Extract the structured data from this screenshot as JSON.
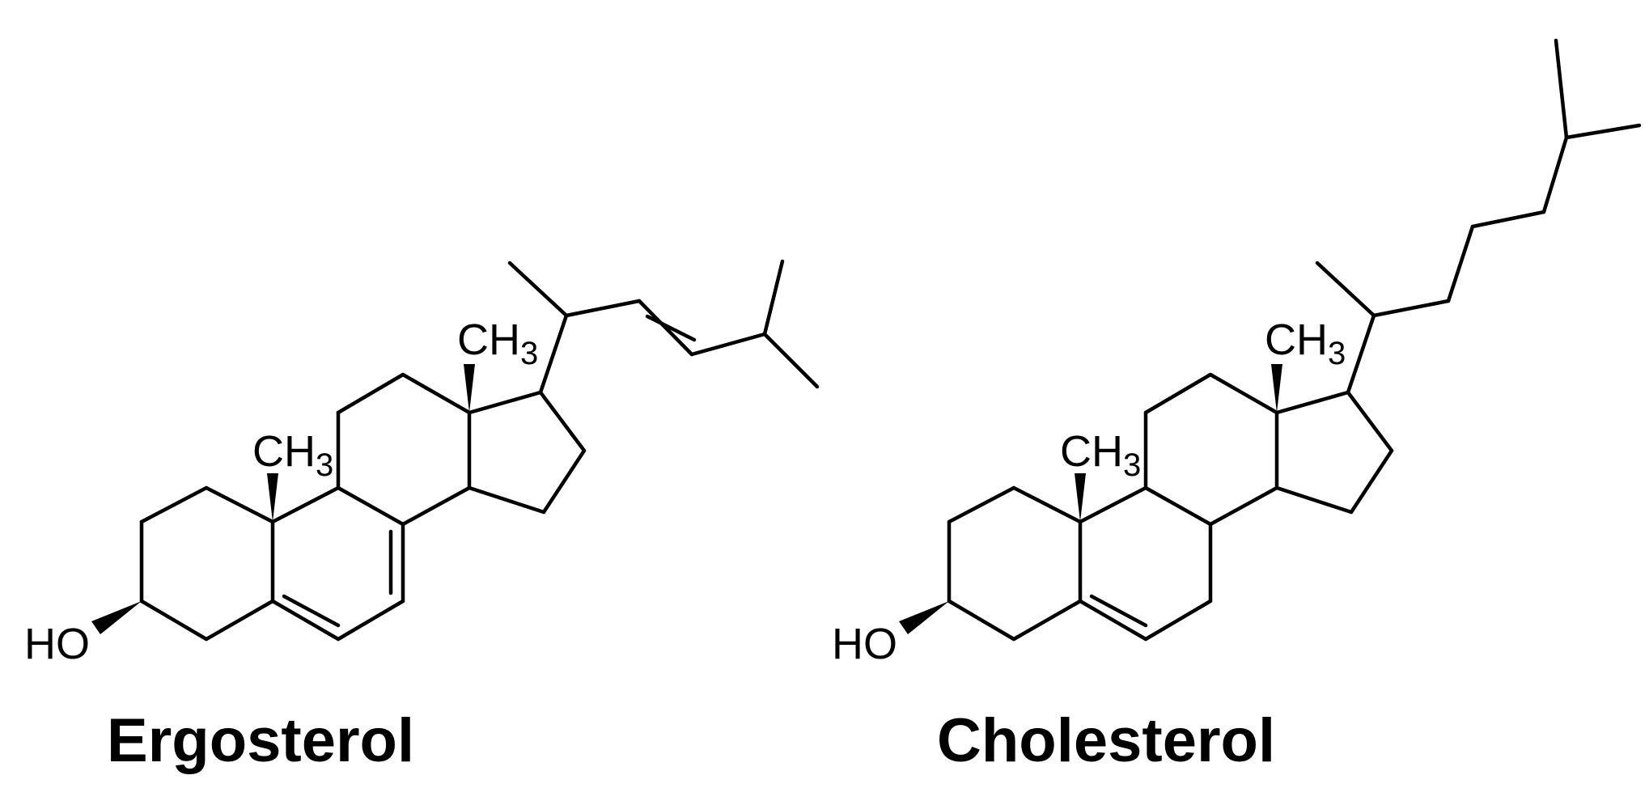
{
  "molecules": [
    {
      "name": "Ergosterol",
      "hydroxyl_label": "HO",
      "methyl_labels": [
        "CH",
        "CH"
      ],
      "methyl_subscript": "3"
    },
    {
      "name": "Cholesterol",
      "hydroxyl_label": "HO",
      "methyl_labels": [
        "CH",
        "CH"
      ],
      "methyl_subscript": "3"
    }
  ]
}
